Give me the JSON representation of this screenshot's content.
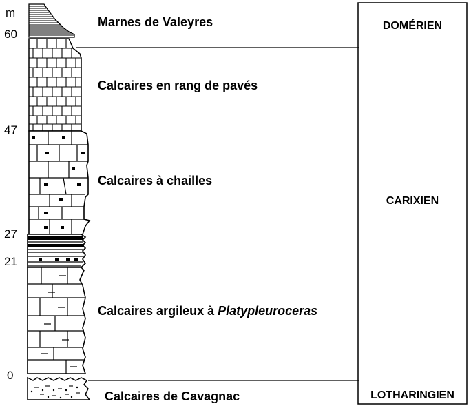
{
  "scale": {
    "unit": "m",
    "ticks": [
      {
        "label": "60",
        "value": 60
      },
      {
        "label": "47",
        "value": 47
      },
      {
        "label": "27",
        "value": 27
      },
      {
        "label": "21",
        "value": 21
      },
      {
        "label": "0",
        "value": 0
      }
    ]
  },
  "formations": [
    {
      "name": "Marnes de Valeyres"
    },
    {
      "name": "Calcaires en rang de pavés"
    },
    {
      "name": "Calcaires à chailles"
    },
    {
      "name_prefix": "Calcaires argileux à ",
      "name_italic": "Platypleuroceras"
    },
    {
      "name": "Calcaires de Cavagnac"
    }
  ],
  "stages": [
    "DOMÉRIEN",
    "CARIXIEN",
    "LOTHARINGIEN"
  ]
}
